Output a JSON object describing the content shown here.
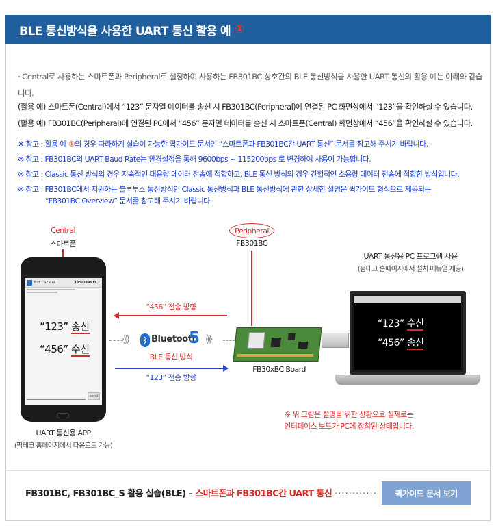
{
  "header": {
    "title": "BLE 통신방식을 사용한 UART 통신 활용 예",
    "mark": "①"
  },
  "intro": "· Central로 사용하는 스마트폰과 Peripheral로 설정하여 사용하는 FB301BC 상호간의 BLE 통신방식을 사용한 UART 통신의 활용 예는 아래와 같습니다.",
  "examples": [
    "(활용 예) 스마트폰(Central)에서 “123” 문자열 데이터를 송신 시 FB301BC(Peripheral)에 연결된 PC 화면상에서 “123”을 확인하실 수 있습니다.",
    "(활용 예) FB301BC(Peripheral)에 연결된 PC에서 “456” 문자열 데이터를 송신 시 스마트폰(Central) 화면상에서 “456”을 확인하실 수 있습니다."
  ],
  "notes": {
    "n1_a": "※ 참고 : 활용 예 ",
    "n1_mark": "①",
    "n1_b": "의 경우 따라하기 실습이 가능한 퀵가이드 문서인 “스마트폰과 FB301BC간 UART 통신” 문서를 참고해 주시기 바랍니다.",
    "n2": "※ 참고 : FB301BC의 UART Baud Rate는 환경설정을 통해 9600bps ~ 115200bps 로 변경하여 사용이 가능합니다.",
    "n3": "※ 참고 : Classic 통신 방식의 경우 지속적인 대용량 데이터 전송에 적합하고, BLE 통신 방식의 경우 간헐적인 소용량 데이터 전송에 적합한 방식입니다.",
    "n4": "※ 참고 : FB301BC에서 지원하는 블루투스 통신방식인 Classic 통신방식과 BLE 통신방식에 관한 상세한 설명은 퀵가이드 형식으로 제공되는",
    "n4b": "“FB301BC Overview” 문서를 참고해 주시기 바랍니다."
  },
  "diagram": {
    "central": "Central",
    "smartphone": "스마트폰",
    "peripheral": "Peripheral",
    "fb301bc": "FB301BC",
    "pc_program": "UART 통신용 PC 프로그램 사용",
    "pc_program_sub": "(펌테크 홈페이지에서 설치 메뉴얼 제공)",
    "tx456": "“456” 전송 방향",
    "tx123": "“123” 전송 방향",
    "bluetooth": "Bluetooth",
    "bt_version": "5",
    "ble_method": "BLE 통신 방식",
    "board": "FB30xBC Board",
    "phone_send_quote": "“123”",
    "phone_send_word": "송신",
    "phone_recv_quote": "“456”",
    "phone_recv_word": "수신",
    "pc_recv_quote": "“123”",
    "pc_recv_word": "수신",
    "pc_send_quote": "“456”",
    "pc_send_word": "송신",
    "app_label": "UART 통신용 APP",
    "app_sub": "(펌테크 홈페이지에서 다운로드 가능)",
    "caption_line1": "※ 위 그림은 설명을 위한 상황으로 실제로는",
    "caption_line2": "인터페이스 보드가 PC에 장착된 상태입니다."
  },
  "phone_ui": {
    "app_title": "BLE : SERIAL",
    "disconnect": "DISCONNECT",
    "send": "send"
  },
  "bottom": {
    "prefix": "FB301BC, FB301BC_S 활용 실습(BLE) – ",
    "highlight": "스마트폰과 FB301BC간 UART 통신",
    "dots": "············",
    "button": "퀵가이드 문서 보기"
  },
  "colors": {
    "header_bg": "#1f5f9e",
    "accent_red": "#d42a2a",
    "note_blue": "#1a3ec9",
    "button_bg": "#7fa4d4"
  }
}
